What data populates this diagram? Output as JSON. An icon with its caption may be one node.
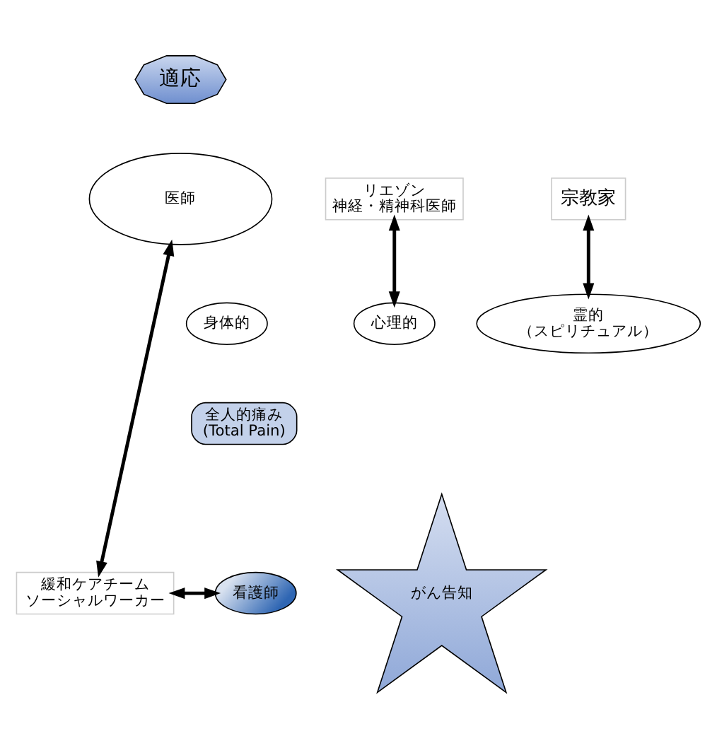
{
  "diagram": {
    "nodes": [
      {
        "text": [
          "適応"
        ]
      },
      {
        "text": [
          "医師"
        ]
      },
      {
        "text": [
          "リエゾン",
          "神経・精神科医師"
        ]
      },
      {
        "text": [
          "身体的"
        ]
      },
      {
        "text": [
          "宗教家"
        ]
      },
      {
        "text": [
          "看護師"
        ]
      },
      {
        "text": [
          "心理的"
        ]
      },
      {
        "text": [
          "全人的痛み",
          "(Total Pain)"
        ]
      },
      {
        "text": [
          "霊的",
          "（スピリチュアル）"
        ]
      },
      {
        "text": [
          "がん告知"
        ]
      },
      {
        "text": [
          "緩和ケアチーム",
          "ソーシャルワーカー"
        ]
      }
    ],
    "edges": [
      {
        "from": 2,
        "to": 6,
        "arrow": "both"
      },
      {
        "from": 4,
        "to": 8,
        "arrow": "both"
      },
      {
        "from": 10,
        "to": 5,
        "arrow": "both"
      },
      {
        "from": 10,
        "to": 1,
        "arrow": "both"
      }
    ]
  }
}
